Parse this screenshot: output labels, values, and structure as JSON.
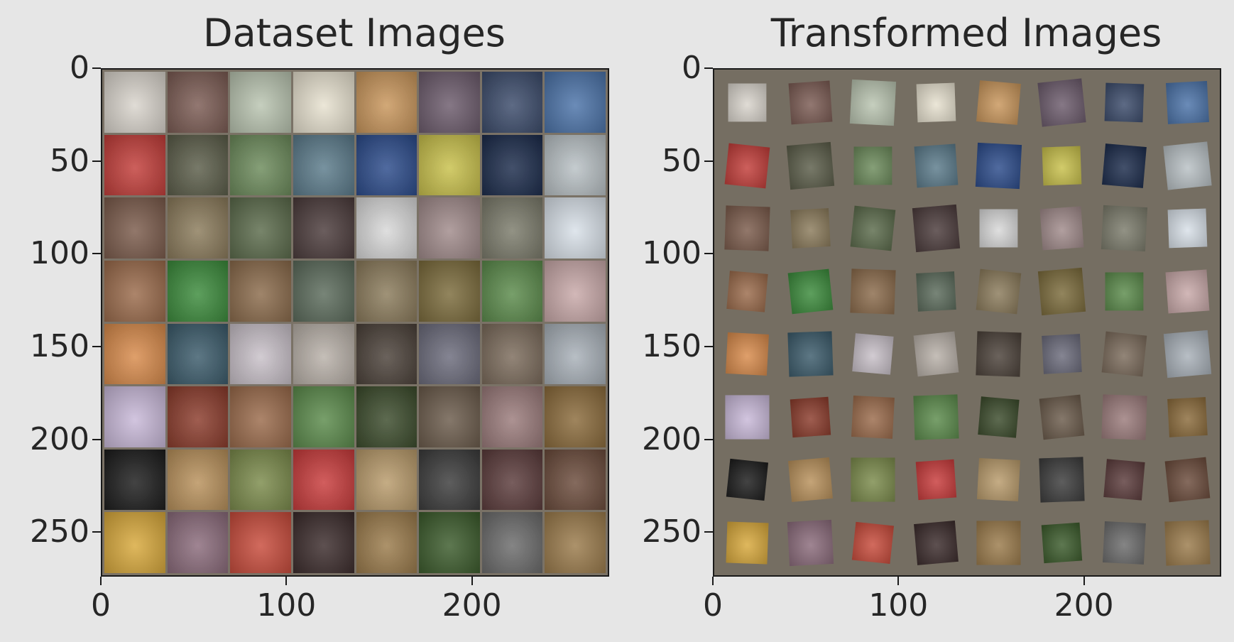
{
  "panels": [
    {
      "title": "Dataset Images",
      "yticks": [
        "0",
        "50",
        "100",
        "150",
        "200",
        "250"
      ],
      "xticks": [
        "0",
        "100",
        "200"
      ]
    },
    {
      "title": "Transformed Images",
      "yticks": [
        "0",
        "50",
        "100",
        "150",
        "200",
        "250"
      ],
      "xticks": [
        "0",
        "100",
        "200"
      ]
    }
  ],
  "axis_range": {
    "x": [
      0,
      274
    ],
    "y": [
      0,
      274
    ]
  },
  "tile_colors": [
    [
      "#d9d4cc",
      "#7a5a52",
      "#b9c4b0",
      "#e7e1cf",
      "#c8955a",
      "#6b5a6b",
      "#3a4a6a",
      "#4a72a8"
    ],
    [
      "#c23c38",
      "#5a5c48",
      "#6b8a5a",
      "#5a7a8a",
      "#2a4a8a",
      "#c8c04a",
      "#1a2a4a",
      "#b8c0c4"
    ],
    [
      "#7a5a4a",
      "#8a7a5a",
      "#5a6a4a",
      "#4a3a3a",
      "#d8d8d8",
      "#a08a8a",
      "#7a7a6a",
      "#d8e0e8"
    ],
    [
      "#9a6a4a",
      "#3a8a3a",
      "#8a6a4a",
      "#5a6a5a",
      "#8a7a5a",
      "#7a6a3a",
      "#5a8a4a",
      "#c8a8a8"
    ],
    [
      "#d88a4a",
      "#3a5a6a",
      "#c8c0c8",
      "#b8b0a8",
      "#4a4038",
      "#6a6a7a",
      "#7a6a5a",
      "#a8b0b8"
    ],
    [
      "#c8b8d8",
      "#8a3a2a",
      "#9a6a4a",
      "#5a8a4a",
      "#3a4a2a",
      "#6a5a4a",
      "#9a7a7a",
      "#8a6a3a"
    ],
    [
      "#1a1a1a",
      "#b8905a",
      "#7a8a4a",
      "#c83a3a",
      "#b89a6a",
      "#3a3a3a",
      "#5a3a3a",
      "#6a4a3a"
    ],
    [
      "#d8a83a",
      "#8a6a7a",
      "#c84a3a",
      "#3a2a2a",
      "#9a7a4a",
      "#3a5a2a",
      "#6a6a6a",
      "#9a7a4a"
    ]
  ]
}
